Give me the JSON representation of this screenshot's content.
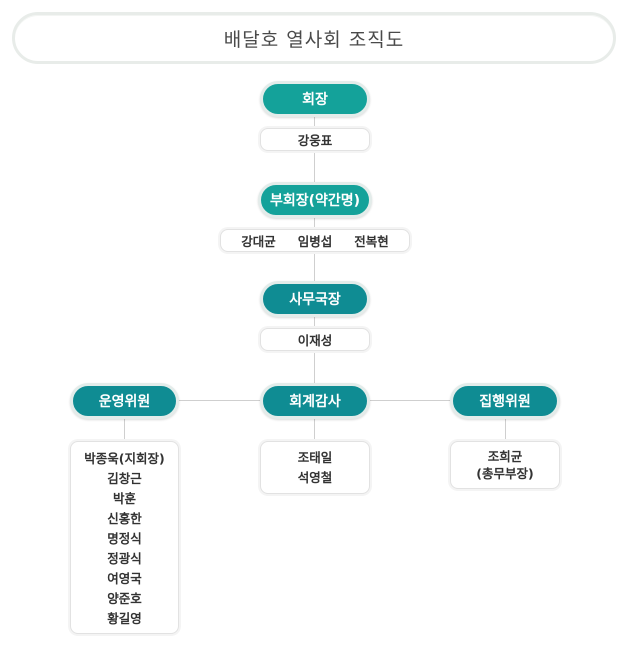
{
  "title": "배달호 열사회 조직도",
  "president": {
    "role": "회장",
    "name": "강웅표"
  },
  "vice_president": {
    "role": "부회장(약간명)",
    "names": [
      "강대균",
      "임병섭",
      "전복현"
    ]
  },
  "secretary_general": {
    "role": "사무국장",
    "name": "이재성"
  },
  "committees": {
    "operations": {
      "role": "운영위원",
      "members": [
        "박종욱(지회장)",
        "김창근",
        "박훈",
        "신홍한",
        "명정식",
        "정광식",
        "여영국",
        "양준호",
        "황길영"
      ]
    },
    "audit": {
      "role": "회계감사",
      "members": [
        "조태일",
        "석영철"
      ]
    },
    "executive": {
      "role": "집행위원",
      "members": [
        "조희균",
        "(총무부장)"
      ]
    }
  },
  "colors": {
    "pill_green": "#14a29a",
    "pill_teal": "#0f8c93",
    "connector": "#cfcfcf"
  }
}
